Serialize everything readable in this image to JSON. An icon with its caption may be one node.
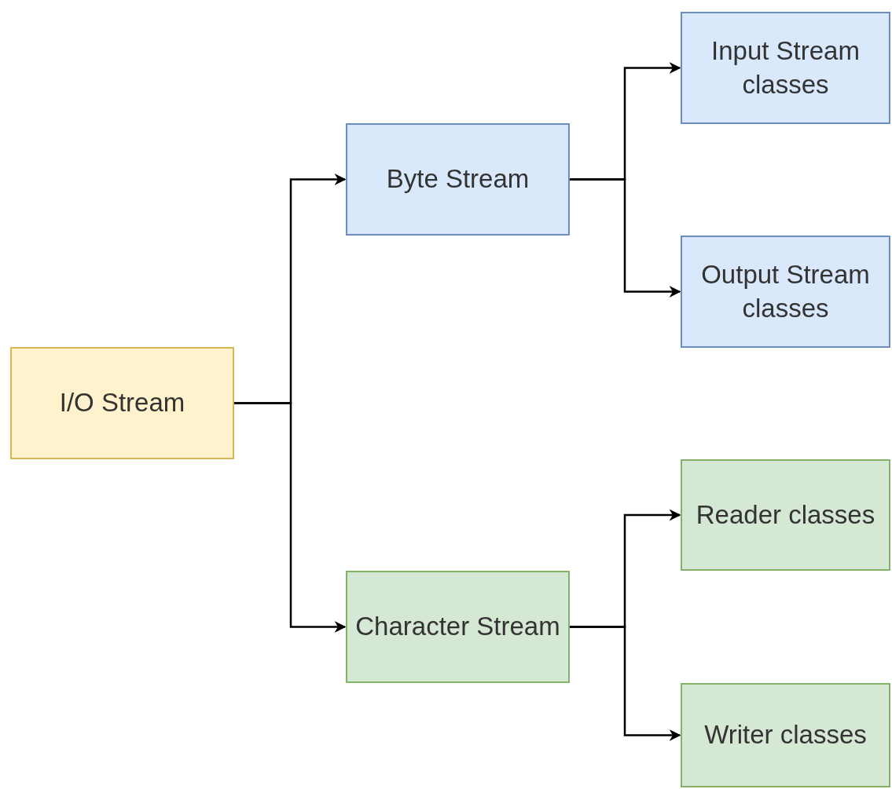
{
  "diagram": {
    "nodes": [
      {
        "text": [
          "I/O Stream"
        ]
      },
      {
        "text": [
          "Byte Stream"
        ]
      },
      {
        "text": [
          "Character Stream"
        ]
      },
      {
        "text": [
          "Input Stream classes"
        ]
      },
      {
        "text": [
          "Output Stream classes"
        ]
      },
      {
        "text": [
          "Reader classes"
        ]
      },
      {
        "text": [
          "Writer classes"
        ]
      }
    ],
    "edges": [
      {
        "from": 0,
        "to": 1,
        "arrow": "to"
      },
      {
        "from": 0,
        "to": 2,
        "arrow": "to"
      },
      {
        "from": 1,
        "to": 3,
        "arrow": "to"
      },
      {
        "from": 1,
        "to": 4,
        "arrow": "to"
      },
      {
        "from": 2,
        "to": 5,
        "arrow": "to"
      },
      {
        "from": 2,
        "to": 6,
        "arrow": "to"
      }
    ]
  }
}
